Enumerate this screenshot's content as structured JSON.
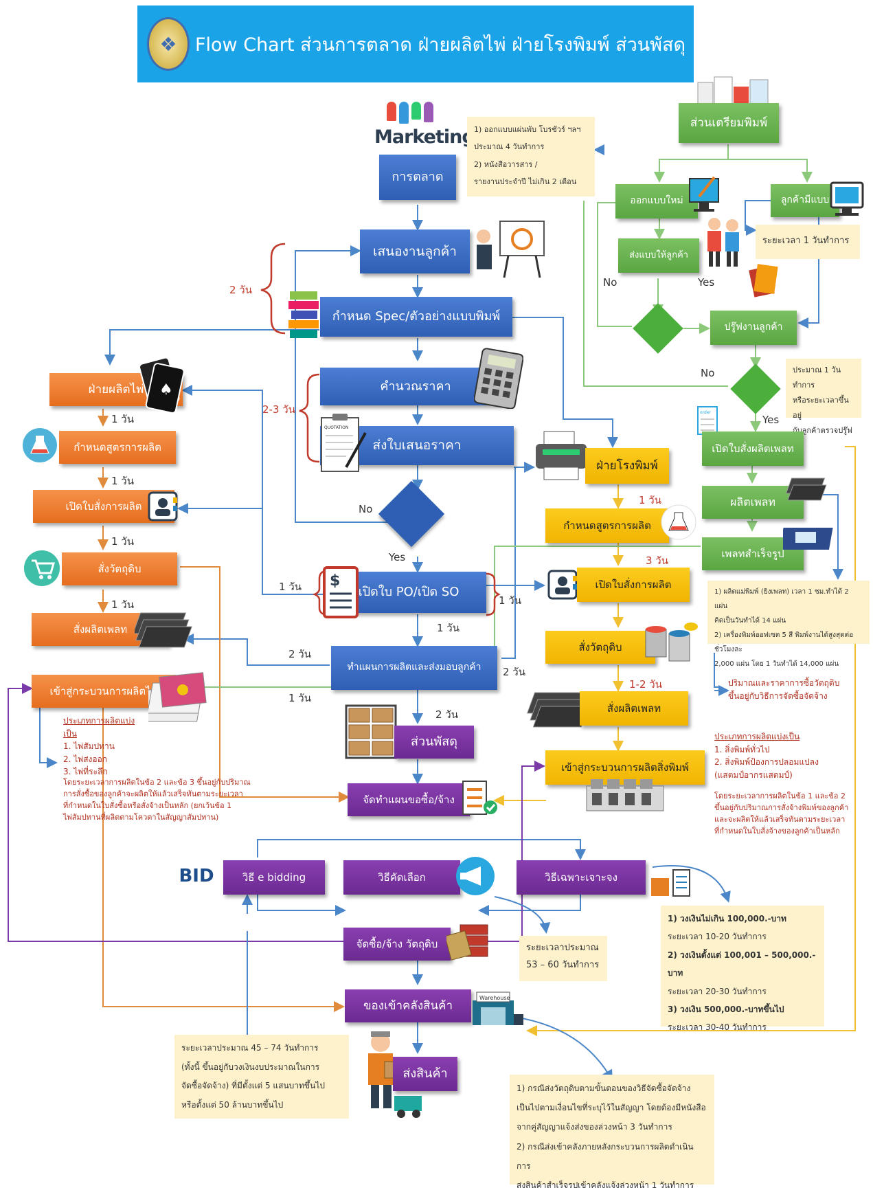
{
  "title": "Flow Chart ส่วนการตลาด ฝ่ายผลิตไพ่ ฝ่ายโรงพิมพ์ ส่วนพัสดุ",
  "logo_text": "Marketing",
  "bid_text": "BID",
  "warehouse_sign": "Warehouse",
  "order_tag": "order",
  "quotation_tag": "QUOTATION",
  "center": {
    "marketing": "การตลาด",
    "present": "เสนองานลูกค้า",
    "spec": "กำหนด Spec/ตัวอย่างแบบพิมพ์",
    "calc": "คำนวณราคา",
    "quote": "ส่งใบเสนอราคา",
    "po": "เปิดใบ PO/เปิด SO",
    "plan": "ทำแผนการผลิตและส่งมอบลูกค้า",
    "supplies": "ส่วนพัสดุ",
    "procure_plan": "จัดทำแผนขอซื้อ/จ้าง",
    "ebidding": "วิธี e bidding",
    "select": "วิธีคัดเลือก",
    "specific": "วิธีเฉพาะเจาะจง",
    "buy": "จัดซื้อ/จ้าง วัตถุดิบ",
    "warehouse": "ของเข้าคลังสินค้า",
    "ship": "ส่งสินค้า"
  },
  "cards_dept": {
    "head": "ฝ่ายผลิตไพ่",
    "formula": "กำหนดสูตรการผลิต",
    "order": "เปิดใบสั่งการผลิต",
    "material": "สั่งวัตถุดิบ",
    "plate": "สั่งผลิตเพลท",
    "process": "เข้าสู่กระบวนการผลิตไพ่",
    "types_title": "ประเภทการผลิตแบ่งเป็น",
    "types": [
      "1. ไพ่สัมปทาน",
      "2. ไพ่ส่งออก",
      "3. ไพ่ที่ระลึก"
    ],
    "note_lines": [
      "โดยระยะเวลาการผลิตในข้อ 2 และข้อ 3 ขึ้นอยู่กับปริมาณ",
      "การสั่งซื้อของลูกค้าจะผลิตให้แล้วเสร็จทันตามระยะเวลา",
      "ที่กำหนดในใบสั่งซื้อหรือสั่งจ้างเป็นหลัก (ยกเว้นข้อ 1",
      "ไพ่สัมปทานที่ผลิตตามโควตาในสัญญาสัมปทาน)"
    ]
  },
  "print_dept": {
    "head": "ฝ่ายโรงพิมพ์",
    "formula": "กำหนดสูตรการผลิต",
    "order": "เปิดใบสั่งการผลิต",
    "material": "สั่งวัตถุดิบ",
    "plate": "สั่งผลิตเพลท",
    "process": "เข้าสู่กระบวนการผลิตสิ่งพิมพ์",
    "types_title": "ประเภทการผลิตแบ่งเป็น",
    "types": [
      "1. สิ่งพิมพ์ทั่วไป",
      "2. สิ่งพิมพ์ป้องการปลอมแปลง",
      "(แสตมป์อากรแสตมป์)"
    ],
    "note_lines": [
      "โดยระยะเวลาการผลิตในข้อ 1 และข้อ 2",
      "ขึ้นอยู่กับปริมาณการสั่งจ้างพิมพ์ของลูกค้า",
      "และจะผลิตให้แล้วเสร็จทันตามระยะเวลา",
      "ที่กำหนดในใบสั่งจ้างของลูกค้าเป็นหลัก"
    ],
    "material_note": [
      "ปริมาณและราคาการซื้อวัตถุดิบ",
      "ขึ้นอยู่กับวิธีการจัดซื้อจัดจ้าง"
    ]
  },
  "prepress": {
    "head": "ส่วนเตรียมพิมพ์",
    "new_design": "ออกแบบใหม่",
    "customer_design": "ลูกค้ามีแบบ",
    "send_design": "ส่งแบบให้ลูกค้า",
    "proof": "ปรู๊ฟงานลูกค้า",
    "plate_order": "เปิดใบสั่งผลิตเพลท",
    "plate_make": "ผลิตเพลท",
    "plate_done": "เพลทสำเร็จรูป"
  },
  "notes": {
    "marketing": [
      "1) ออกแบบแผ่นพับ โบรชัวร์ ฯลฯ",
      "ประมาณ 4 วันทำการ",
      "2) หนังสือวารสาร /",
      "รายงานประจำปี ไม่เกิน 2 เดือน"
    ],
    "customer": [
      "ระยะเวลา 1 วันทำการ"
    ],
    "proof": [
      "ประมาณ 1 วันทำการ",
      "หรือระยะเวลาขึ้นอยู่",
      "กับลูกค้าตรวจปรู๊ฟ"
    ],
    "plate": [
      "1) ผลิตแม่พิมพ์ (ยิงเพลท) เวลา 1 ชม.ทำได้ 2 แผ่น",
      "คิดเป็นวันทำได้ 14 แผ่น",
      "2) เครื่องพิมพ์ออฟเซต 5 สี พิมพ์งานได้สูงสุดต่อชั่วโมงละ",
      "2,000 แผ่น โดย 1 วันทำได้ 14,000 แผ่น"
    ],
    "amounts": [
      "1) วงเงินไม่เกิน 100,000.-บาท",
      "ระยะเวลา 10-20 วันทำการ",
      "2) วงเงินตั้งแต่ 100,001 – 500,000.-บาท",
      "ระยะเวลา 20-30 วันทำการ",
      "3) วงเงิน 500,000.-บาทขึ้นไป",
      "ระยะเวลา 30-40 วันทำการ"
    ],
    "procure_time": [
      "ระยะเวลาประมาณ",
      "53 – 60 วันทำการ"
    ],
    "total": [
      "ระยะเวลาประมาณ 45 – 74 วันทำการ",
      "(ทั้งนี้ ขึ้นอยู่กับวงเงินงบประมาณในการ",
      "จัดซื้อจัดจ้าง) ที่มีตั้งแต่ 5 แสนบาทขึ้นไป",
      "หรือตั้งแต่ 50 ล้านบาทขึ้นไป"
    ],
    "delivery": [
      "1) กรณีส่งวัตถุดิบตามขั้นตอนของวิธีจัดซื้อจัดจ้าง",
      "เป็นไปตามเงื่อนไขที่ระบุไว้ในสัญญา โดยต้องมีหนังสือ",
      "จากคู่สัญญาแจ้งส่งของล่วงหน้า 3 วันทำการ",
      "2) กรณีส่งเข้าคลังภายหลังกระบวนการผลิตดำเนินการ",
      "ส่งสินค้าสำเร็จรูปเข้าคลังแจ้งล่วงหน้า 1 วันทำการ"
    ]
  },
  "labels": {
    "d2": "2 วัน",
    "d23": "2-3 วัน",
    "d1": "1 วัน",
    "d3": "3 วัน",
    "d12": "1-2 วัน",
    "no": "No",
    "yes": "Yes"
  },
  "colors": {
    "title_bg": "#1ba3e8",
    "blue": "#2f5fb5",
    "orange": "#e66d1e",
    "gold": "#f0b400",
    "green": "#5aa642",
    "purple": "#6b2a92",
    "note_bg": "#fdf2cc"
  }
}
